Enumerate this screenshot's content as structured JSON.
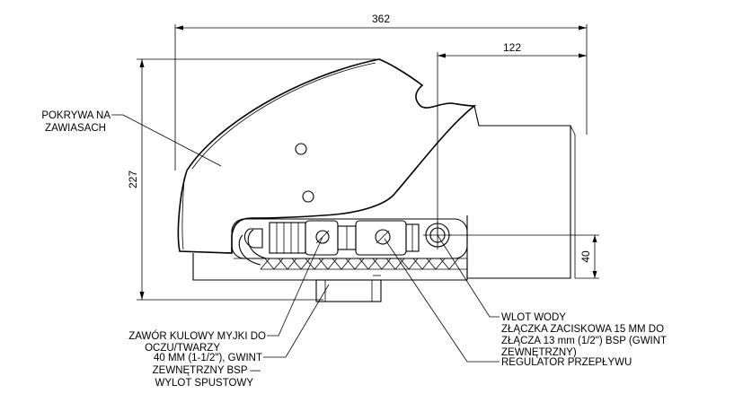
{
  "dimensions": {
    "overall_width": "362",
    "inlet_offset": "122",
    "overall_height": "227",
    "inlet_height": "40"
  },
  "callouts": {
    "hinged_cover": [
      "POKRYWA NA",
      "ZAWIASACH"
    ],
    "ball_valve": [
      "ZAWÓR KULOWY MYJKI DO",
      "OCZU/TWARZY"
    ],
    "drain_outlet": [
      "40 MM (1-1/2\"), GWINT",
      "ZEWNĘTRZNY BSP —",
      "WYLOT SPUSTOWY"
    ],
    "water_inlet": [
      "WLOT WODY",
      "ZŁĄCZKA ZACISKOWA 15 MM DO",
      "ZŁĄCZA 13 mm (1/2\") BSP (GWINT",
      "ZEWNĘTRZNY)"
    ],
    "flow_regulator": [
      "REGULATOR PRZEPŁYWU"
    ]
  }
}
